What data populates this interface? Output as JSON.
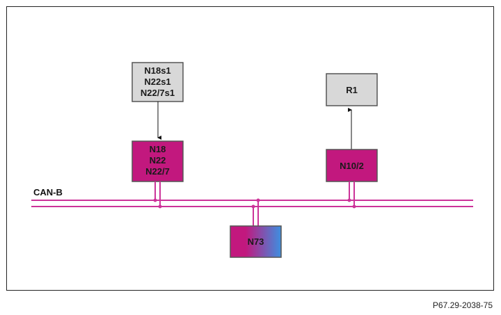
{
  "diagram": {
    "bus_label": "CAN-B",
    "figure_code": "P67.29-2038-75",
    "colors": {
      "bus": "#cc3399",
      "module_fill": "#c2187e",
      "switch_fill": "#d8d8d8",
      "border": "#555555",
      "gradient_start": "#c2187e",
      "gradient_end": "#3d8fe0"
    },
    "switch_box": {
      "lines": [
        "N18s1",
        "N22s1",
        "N22/7s1"
      ]
    },
    "module_left": {
      "lines": [
        "N18",
        "N22",
        "N22/7"
      ]
    },
    "r1_box": {
      "label": "R1"
    },
    "module_right": {
      "label": "N10/2"
    },
    "gateway": {
      "label": "N73"
    }
  }
}
